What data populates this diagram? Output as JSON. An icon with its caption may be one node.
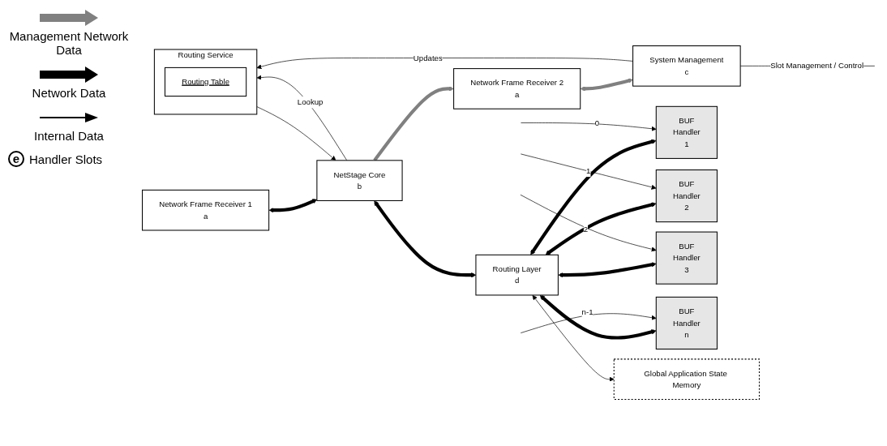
{
  "diagram": {
    "nodes": [
      {
        "text": [
          "Network Frame Receiver 2",
          "a"
        ]
      },
      {
        "text": [
          "System Management",
          "c"
        ]
      },
      {
        "text": [
          "Routing Service"
        ]
      },
      {
        "text": [
          "Routing Table"
        ],
        "in": 2
      },
      {
        "text": [
          "NetStage Core",
          "b"
        ]
      },
      {
        "text": [
          "Network Frame Receiver 1",
          "a"
        ]
      },
      {
        "text": [
          "Routing Layer",
          "d"
        ]
      },
      {
        "text": [
          "BUF",
          "Handler",
          "1"
        ]
      },
      {
        "text": [
          "BUF",
          "Handler",
          "2"
        ]
      },
      {
        "text": [
          "BUF",
          "Handler",
          "3"
        ]
      },
      {
        "text": [
          "BUF",
          "Handler",
          "n"
        ]
      },
      {
        "text": [
          "Global Application State Memory"
        ]
      }
    ],
    "edges": [
      {
        "from": 0,
        "to": 1,
        "arrow": "both",
        "style": "thick",
        "color": "#808080"
      },
      {
        "from": 4,
        "to": 0,
        "arrow": "to",
        "style": "thick",
        "color": "#808080"
      },
      {
        "from": 1,
        "to": null,
        "arrow": "none",
        "label": "Slot Management / Control"
      },
      {
        "from": 1,
        "to": 2,
        "arrow": "to",
        "label": "Updates"
      },
      {
        "from": 4,
        "to": 2,
        "arrow": "to",
        "label": "Lookup"
      },
      {
        "from": 2,
        "to": 4,
        "arrow": "to"
      },
      {
        "from": 5,
        "to": 4,
        "arrow": "both",
        "style": "thick"
      },
      {
        "from": 4,
        "to": 6,
        "arrow": "both",
        "style": "thick"
      },
      {
        "from": 6,
        "to": 7,
        "arrow": "both",
        "style": "thick"
      },
      {
        "from": 6,
        "to": 8,
        "arrow": "both",
        "style": "thick"
      },
      {
        "from": 6,
        "to": 9,
        "arrow": "both",
        "style": "thick"
      },
      {
        "from": 6,
        "to": 10,
        "arrow": "both",
        "style": "thick"
      },
      {
        "from": 6,
        "to": 11,
        "arrow": "both"
      },
      {
        "from": null,
        "to": 7,
        "arrow": "to",
        "label": "0"
      },
      {
        "from": null,
        "to": 8,
        "arrow": "to",
        "label": "1"
      },
      {
        "from": null,
        "to": 9,
        "arrow": "to",
        "label": "2"
      },
      {
        "from": null,
        "to": 10,
        "arrow": "to",
        "label": "n-1"
      }
    ],
    "labels": [
      "e",
      "Handler Slots"
    ],
    "legend": [
      {
        "text": "Management Network Data"
      },
      {
        "text": "Network Data"
      },
      {
        "text": "Internal Data"
      }
    ]
  }
}
